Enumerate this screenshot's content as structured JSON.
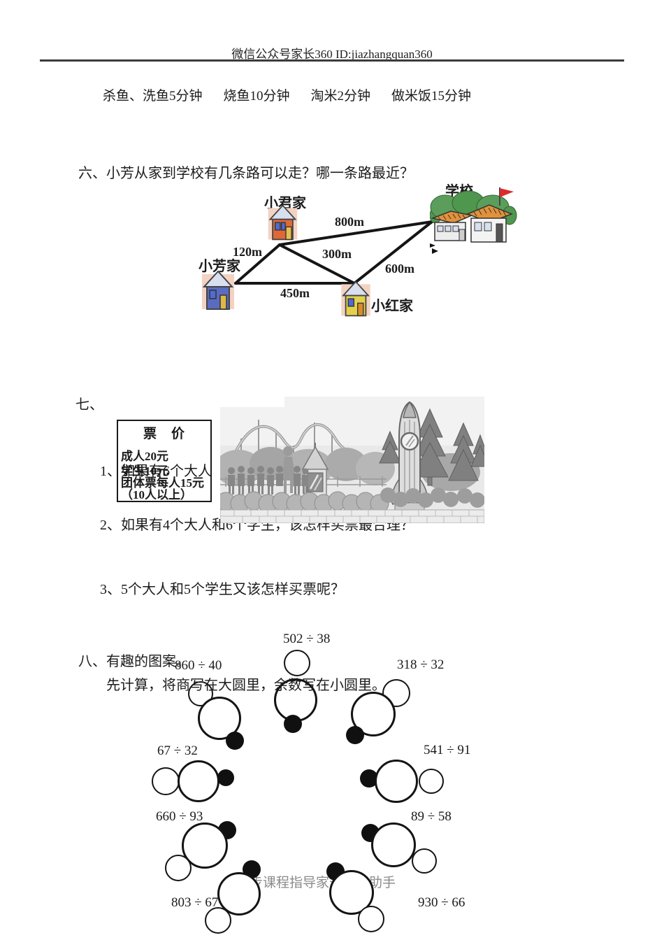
{
  "page": {
    "header": {
      "text": "微信公众号家长360 ID:jiazhangquan360"
    },
    "prep_line": {
      "items": [
        "杀鱼、洗鱼5分钟",
        "烧鱼10分钟",
        "淘米2分钟",
        "做米饭15分钟"
      ]
    },
    "q6": {
      "heading": "六、小芳从家到学校有几条路可以走？哪一条路最近？",
      "places": {
        "xiaojun": "小君家",
        "school": "学校",
        "xiaofang": "小芳家",
        "xiaohong": "小红家"
      },
      "distances": {
        "d120": "120m",
        "d800": "800m",
        "d300": "300m",
        "d450": "450m",
        "d600": "600m"
      }
    },
    "q7": {
      "heading": "七、",
      "price_box": {
        "title": "票　价",
        "lines": [
          "成人20元",
          "学生10元",
          "团体票每人15元",
          "（10人以上）"
        ]
      },
      "items": [
        "1、如果有6个大人",
        "2、如果有4个大人和6个学生，该怎样买票最合理？",
        "3、5个大人和5个学生又该怎样买票呢？"
      ]
    },
    "q8": {
      "heading": "八、有趣的图案。",
      "instruction": "先计算，将商写在大圆里，余数写在小圆里。",
      "problems": [
        "502 ÷ 38",
        "860 ÷ 40",
        "318 ÷ 32",
        "67 ÷ 32",
        "541 ÷ 91",
        "660 ÷ 93",
        "89 ÷ 58",
        "803 ÷ 67",
        "930 ÷ 66"
      ]
    },
    "watermark": "同步课程指导家长陪读助手"
  }
}
